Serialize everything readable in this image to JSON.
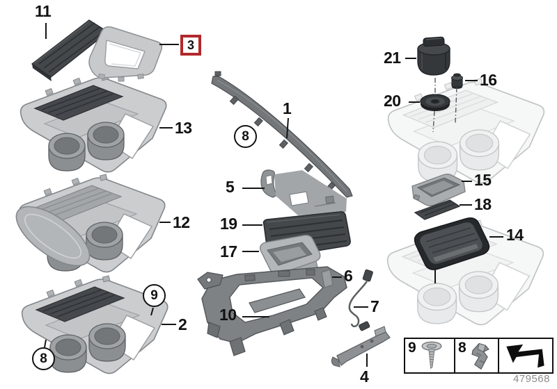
{
  "callouts": {
    "p1": "1",
    "p2": "2",
    "p3": "3",
    "p4": "4",
    "p5": "5",
    "p6": "6",
    "p7": "7",
    "p10": "10",
    "p11": "11",
    "p12": "12",
    "p13": "13",
    "p14": "14",
    "p15": "15",
    "p16": "16",
    "p17": "17",
    "p18": "18",
    "p19": "19",
    "p20": "20",
    "p21": "21",
    "c8_mid": "8",
    "c8_bottom": "8",
    "c9": "9"
  },
  "legend": {
    "items": [
      {
        "label": "9",
        "icon": "screw-icon"
      },
      {
        "label": "8",
        "icon": "clip-icon"
      },
      {
        "label": "",
        "icon": "direction-arrow-icon"
      }
    ]
  },
  "footer": {
    "image_number": "479568"
  },
  "colors": {
    "highlight_red": "#b2282c",
    "callout_text": "#111111",
    "part_dark": "#44484b",
    "part_light": "#c9cbcd",
    "ghost_outline": "#c5c7c9",
    "footer_text": "#8b8b8b"
  }
}
